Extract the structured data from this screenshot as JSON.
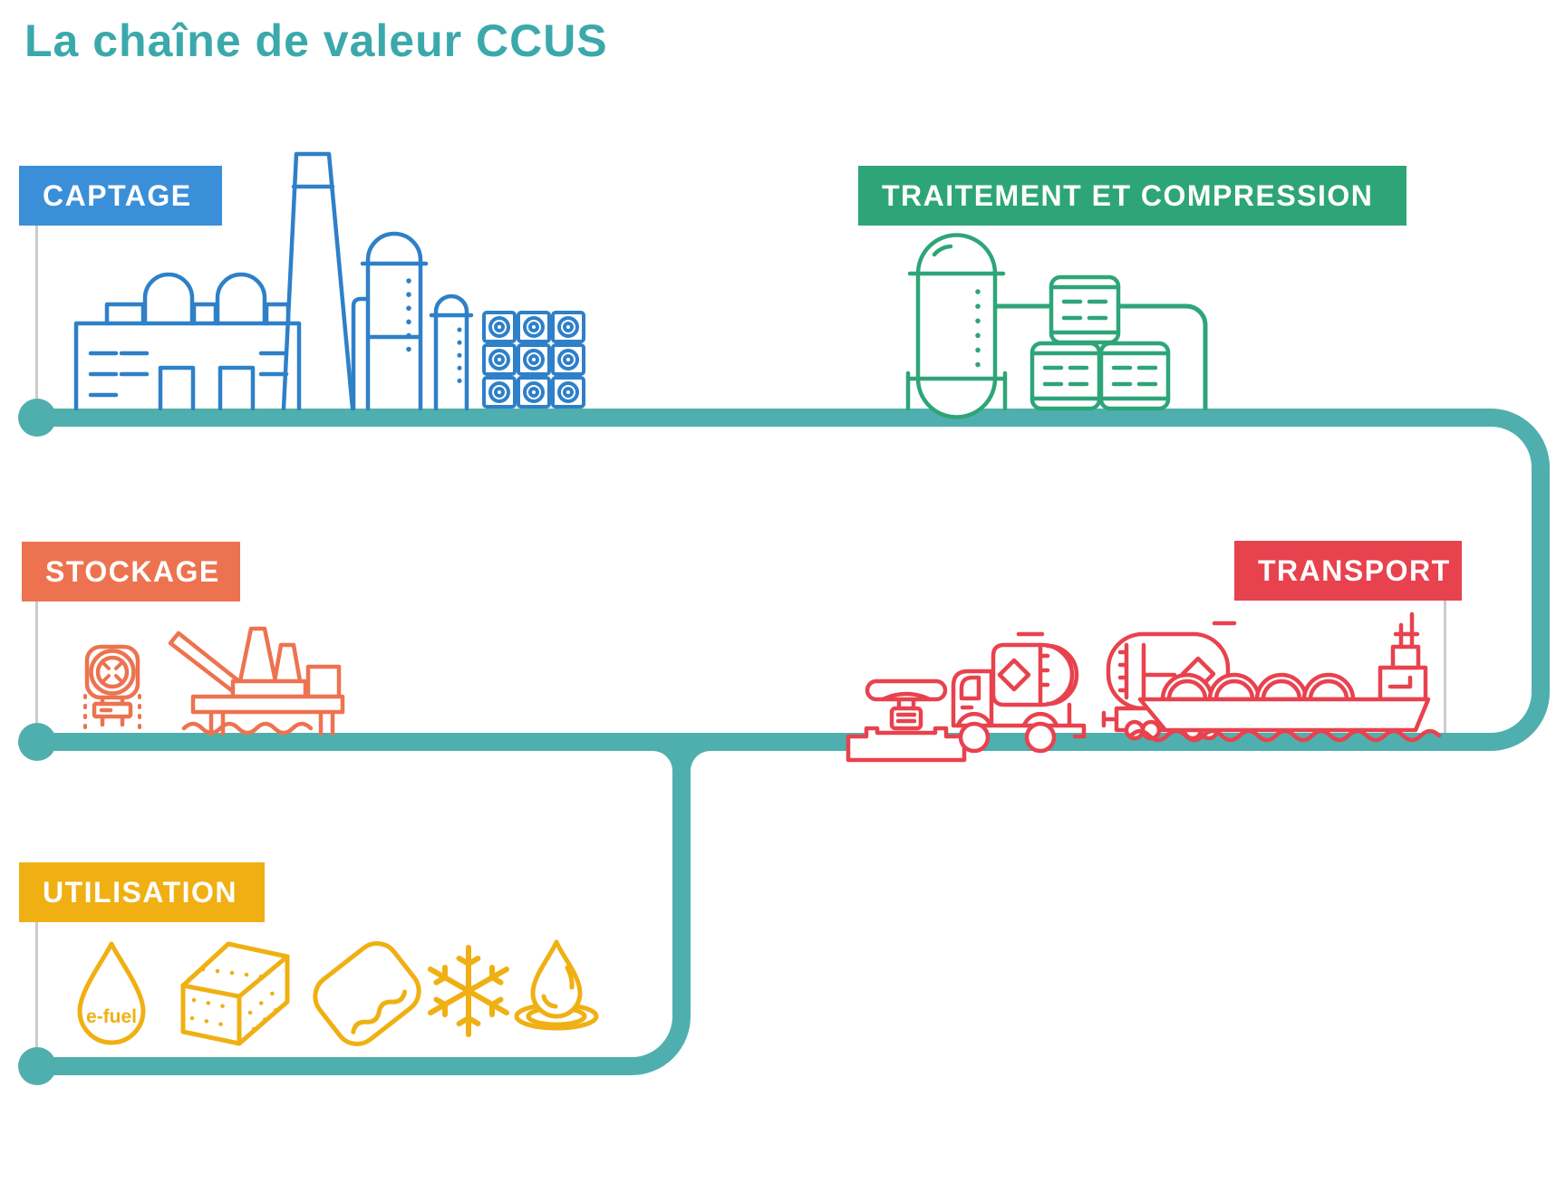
{
  "title": {
    "text": "La chaîne de valeur CCUS",
    "color": "#3BA9AB"
  },
  "chain": {
    "line_color": "#4FAFAF",
    "connector_color": "#CBCBCB",
    "background": "#FFFFFF"
  },
  "stages": [
    {
      "id": "captage",
      "label": "CAPTAGE",
      "banner_color": "#3B8FD8",
      "art_color": "#2E80C8",
      "illustration": "industrial-plant-with-chimney-columns-and-fan-bank"
    },
    {
      "id": "traitement",
      "label": "TRAITEMENT ET COMPRESSION",
      "banner_color": "#2EA578",
      "art_color": "#2EA578",
      "illustration": "pressure-vessel-and-stacked-barrels-with-pipe"
    },
    {
      "id": "stockage",
      "label": "STOCKAGE",
      "banner_color": "#ED7350",
      "art_color": "#ED7350",
      "illustration": "injection-wellhead-and-offshore-platform"
    },
    {
      "id": "transport",
      "label": "TRANSPORT",
      "banner_color": "#E8424E",
      "art_color": "#E8424E",
      "illustration": "pipeline-valve-tanker-truck-rail-tank-car-lng-ship"
    },
    {
      "id": "utilisation",
      "label": "UTILISATION",
      "banner_color": "#F0B013",
      "art_color": "#F0B013",
      "illustration": "efuel-drop-concrete-block-cushion-snowflake-water-drop"
    }
  ],
  "utilisation_icons": [
    {
      "name": "e-fuel-droplet-icon",
      "label": "e-fuel"
    },
    {
      "name": "concrete-block-icon",
      "label": ""
    },
    {
      "name": "cushion-material-icon",
      "label": ""
    },
    {
      "name": "snowflake-icon",
      "label": ""
    },
    {
      "name": "water-droplet-ripples-icon",
      "label": ""
    }
  ]
}
